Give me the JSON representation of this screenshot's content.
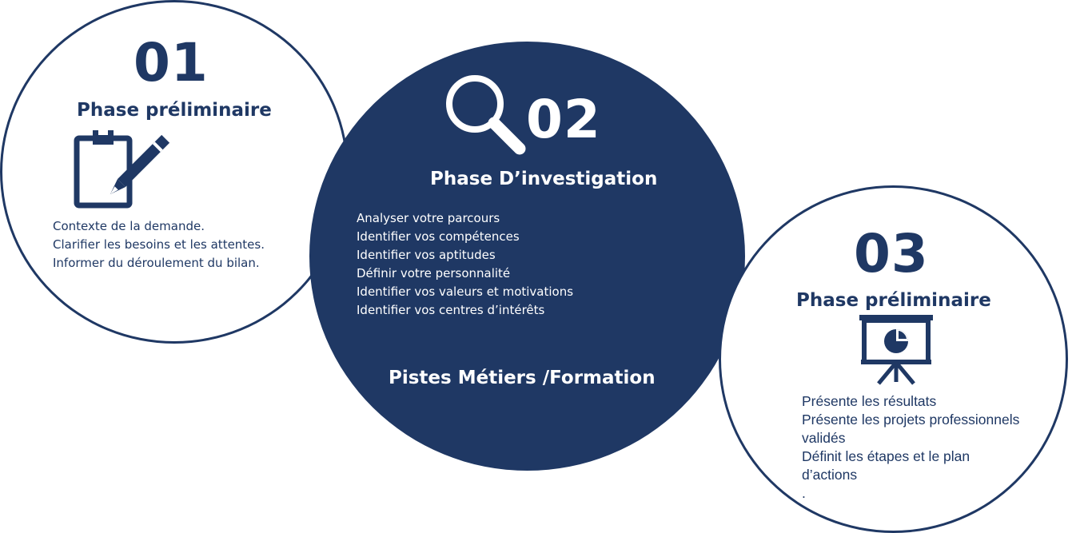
{
  "colors": {
    "navy": "#1f3864",
    "white": "#ffffff"
  },
  "phase1": {
    "number": "01",
    "title": "Phase préliminaire",
    "icon": "clipboard-pencil-icon",
    "lines": [
      "Contexte de la demande.",
      "Clarifier les besoins et les attentes.",
      "Informer du déroulement du bilan."
    ]
  },
  "phase2": {
    "number": "02",
    "title": "Phase D’investigation",
    "icon": "magnifying-glass-icon",
    "lines": [
      "Analyser votre parcours",
      "Identifier vos compétences",
      "Identifier vos aptitudes",
      "Définir votre personnalité",
      "Identifier vos valeurs et motivations",
      "Identifier vos centres d’intérêts"
    ],
    "footer": "Pistes Métiers /Formation"
  },
  "phase3": {
    "number": "03",
    "title": "Phase préliminaire",
    "icon": "presentation-board-pie-chart-icon",
    "lines": [
      "Présente les résultats",
      "Présente les projets professionnels",
      "validés",
      "Définit les étapes et le plan",
      "d’actions",
      "."
    ]
  }
}
